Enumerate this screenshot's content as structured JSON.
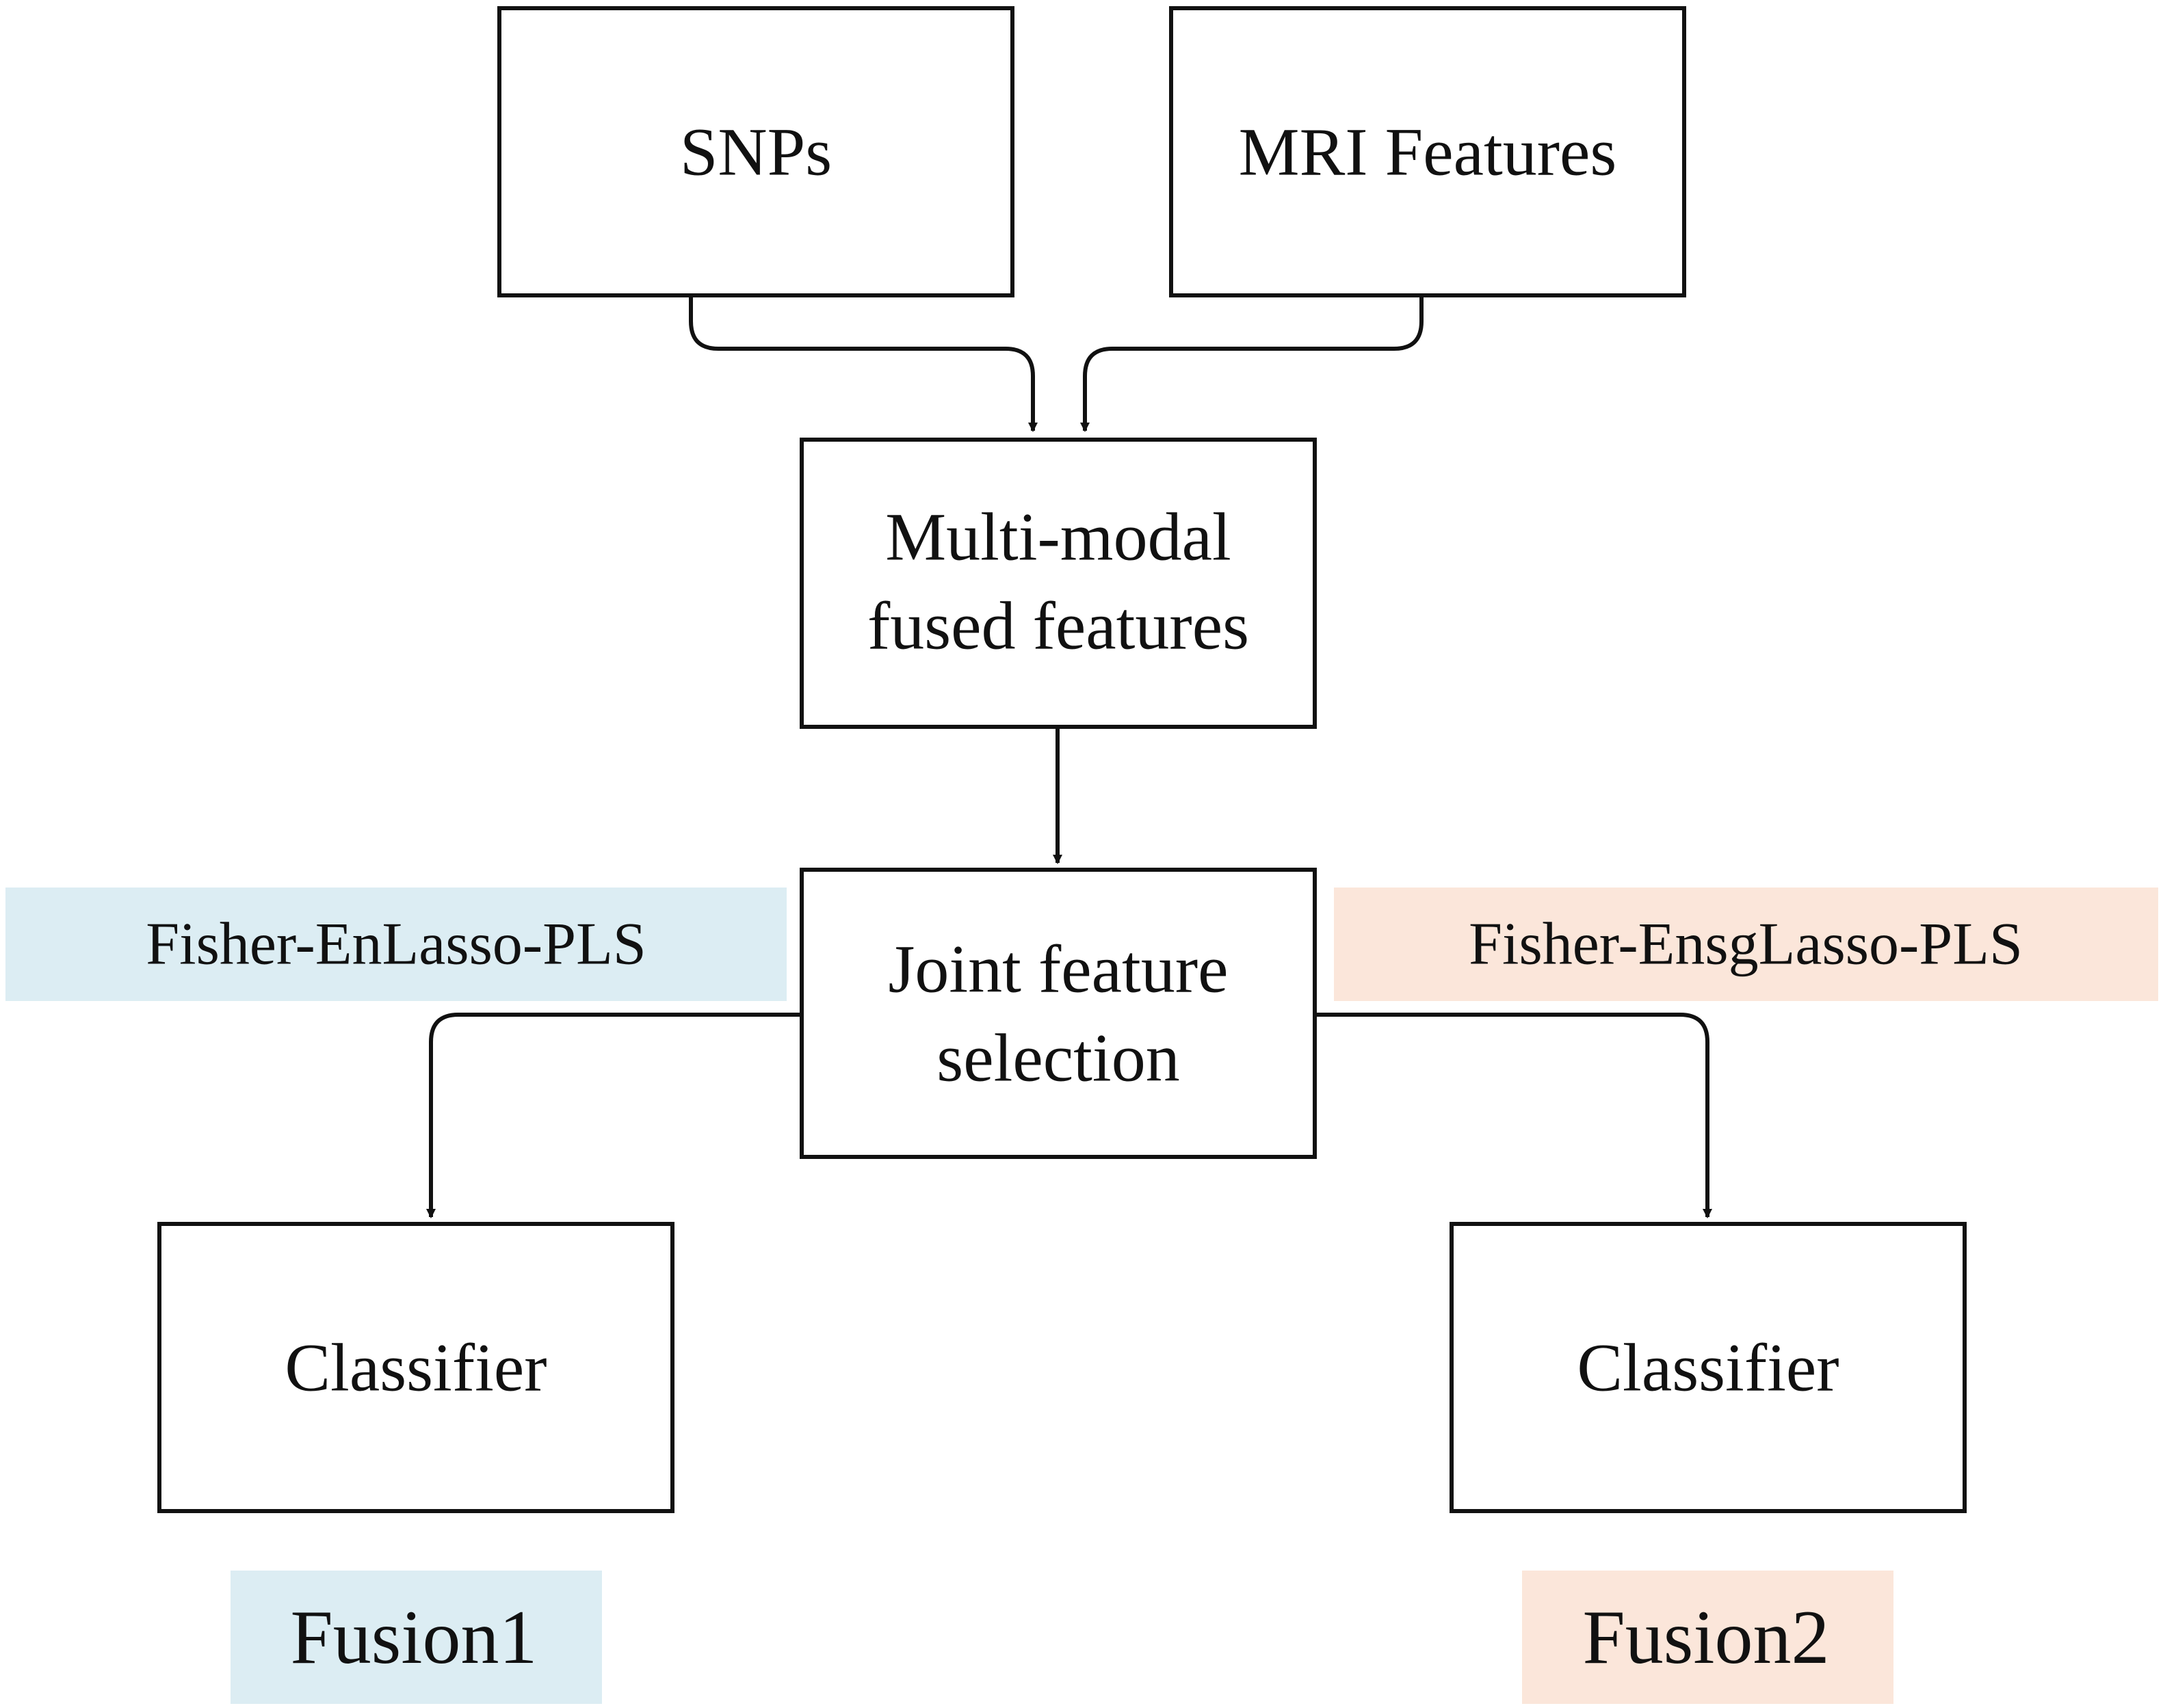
{
  "colors": {
    "method1_bg": "#dcedf3",
    "method2_bg": "#fbe6da",
    "line": "#111111"
  },
  "inputs": {
    "snps": "SNPs",
    "mri": "MRI Features"
  },
  "fused": {
    "line1": "Multi-modal",
    "line2": "fused features"
  },
  "selection": {
    "line1": "Joint feature",
    "line2": "selection"
  },
  "methods": {
    "left": "Fisher-EnLasso-PLS",
    "right": "Fisher-EnsgLasso-PLS"
  },
  "classifiers": {
    "left": "Classifier",
    "right": "Classifier"
  },
  "fusions": {
    "left": "Fusion1",
    "right": "Fusion2"
  }
}
